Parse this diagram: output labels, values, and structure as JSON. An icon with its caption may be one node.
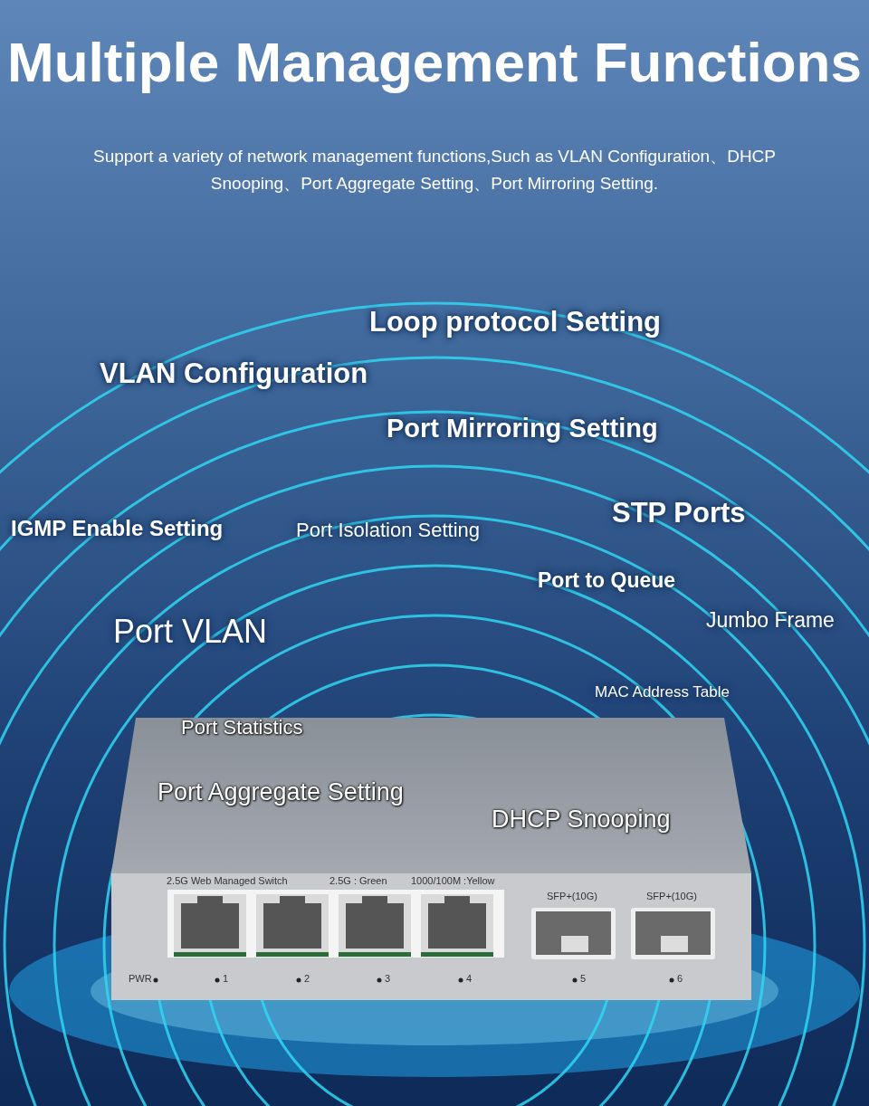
{
  "diagram": {
    "title": "Multiple Management Functions",
    "labels": [
      "Support a variety of network management functions,Such as VLAN Configuration、DHCP Snooping、Port Aggregate Setting、Port Mirroring Setting.",
      "Loop protocol Setting",
      "VLAN Configuration",
      "Port Mirroring Setting",
      "IGMP Enable Setting",
      "Port Isolation Setting",
      "STP Ports",
      "Port to Queue",
      "Jumbo Frame",
      "Port VLAN",
      "MAC Address Table",
      "Port Statistics",
      "Port Aggregate Setting",
      "DHCP Snooping",
      "2.5G Web Managed Switch",
      "2.5G : Green",
      "1000/100M :Yellow",
      "SFP+(10G)",
      "SFP+(10G)",
      "PWR",
      "1",
      "2",
      "3",
      "4",
      "5",
      "6"
    ]
  }
}
